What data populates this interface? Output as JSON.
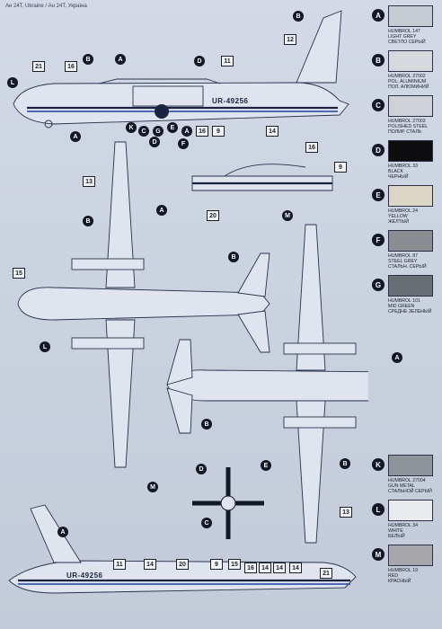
{
  "header": {
    "title": "Ан 24T, Ukraine / Ан 24T, Україна"
  },
  "registration": "UR-49256",
  "markers": {
    "n21a": "21",
    "n16a": "16",
    "n12": "12",
    "n11a": "11",
    "n16b": "16",
    "n9a": "9",
    "n14a": "14",
    "n16c": "16",
    "n9b": "9",
    "n20a": "20",
    "n13a": "13",
    "n15": "15",
    "n13b": "13",
    "n11b": "11",
    "n14b": "14",
    "n20b": "20",
    "n9c": "9",
    "n15b": "15",
    "n16d": "16",
    "n14c": "14",
    "n14d": "14",
    "n14e": "14",
    "n21b": "21",
    "A": "A",
    "B": "B",
    "C": "C",
    "D": "D",
    "E": "E",
    "F": "F",
    "G": "G",
    "K": "K",
    "L": "L",
    "M": "M"
  },
  "colors": [
    {
      "letter": "A",
      "hex": "#c7ccd4",
      "text": "HUMBROL 147\nLIGHT GREY\nСВЕТЛО СЕРЫЙ"
    },
    {
      "letter": "B",
      "hex": "#d6d9de",
      "text": "HUMBROL 27002\nPOL. ALUMINIUM\nПОЛ. АЛЮМИНИЙ"
    },
    {
      "letter": "C",
      "hex": "#cfd2d7",
      "text": "HUMBROL 27003\nPOLISHED STEEL\nПОЛИР. СТАЛЬ"
    },
    {
      "letter": "D",
      "hex": "#0d0d10",
      "text": "HUMBROL 33\nBLACK\nЧЕРНЫЙ"
    },
    {
      "letter": "E",
      "hex": "#dcd6c6",
      "text": "HUMBROL 24\nYELLOW\nЖЕЛТЫЙ"
    },
    {
      "letter": "F",
      "hex": "#8b8d93",
      "text": "HUMBROL 87\nSTEEL GREY\nСТАЛЬН. СЕРЫЙ"
    },
    {
      "letter": "G",
      "hex": "#696e74",
      "text": "HUMBROL 101\nMID GREEN\nСРЕДНЕ ЗЕЛЕНЫЙ"
    },
    {
      "letter": "K",
      "hex": "#8f939a",
      "text": "HUMBROL 27004\nGUN METAL\nСТАЛЬНОЙ СЕРЫЙ"
    },
    {
      "letter": "L",
      "hex": "#e9ebef",
      "text": "HUMBROL 34\nWHITE\nБЕЛЫЙ"
    },
    {
      "letter": "M",
      "hex": "#a7a6aa",
      "text": "HUMBROL 19\nRED\nКРАСНЫЙ"
    }
  ]
}
